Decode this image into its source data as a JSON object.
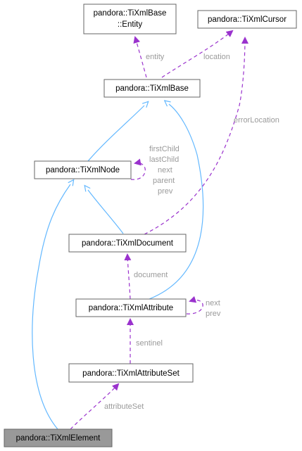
{
  "nodes": {
    "entity": [
      "pandora::TiXmlBase",
      "::Entity"
    ],
    "cursor": "pandora::TiXmlCursor",
    "base": "pandora::TiXmlBase",
    "node": "pandora::TiXmlNode",
    "document": "pandora::TiXmlDocument",
    "attribute": "pandora::TiXmlAttribute",
    "attribute_set": "pandora::TiXmlAttributeSet",
    "element": "pandora::TiXmlElement"
  },
  "edge_labels": {
    "entity": "entity",
    "location": "location",
    "error_location": "errorLocation",
    "node_self": [
      "firstChild",
      "lastChild",
      "next",
      "parent",
      "prev"
    ],
    "document": "document",
    "attribute_self": [
      "next",
      "prev"
    ],
    "sentinel": "sentinel",
    "attribute_set": "attributeSet"
  },
  "colors": {
    "inheritance": "#63b8ff",
    "usage": "#9a32cd",
    "label": "#9a9a9a",
    "focus_fill": "#999999"
  }
}
